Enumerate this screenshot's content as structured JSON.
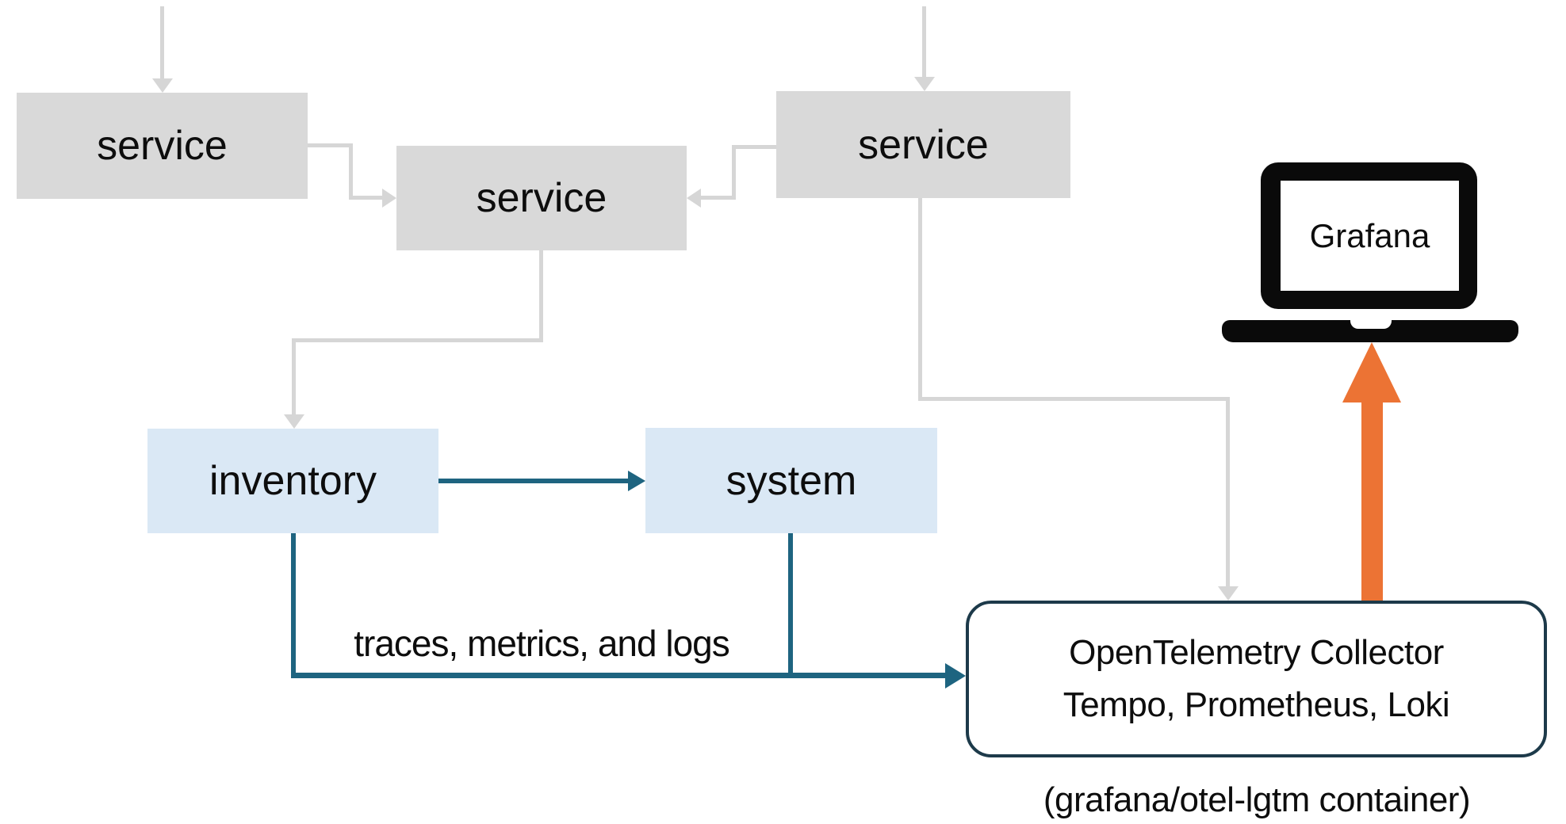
{
  "nodes": {
    "service_left": "service",
    "service_mid": "service",
    "service_right": "service",
    "inventory": "inventory",
    "system": "system"
  },
  "collector": {
    "line1": "OpenTelemetry Collector",
    "line2": "Tempo, Prometheus, Loki",
    "caption": "(grafana/otel-lgtm container)"
  },
  "grafana": {
    "label": "Grafana"
  },
  "edge_labels": {
    "telemetry": "traces, metrics, and logs"
  },
  "theme": {
    "box_gray": "#D9D9D9",
    "box_blue": "#DAE8F5",
    "line_gray": "#D6D6D6",
    "teal": "#1E6480",
    "orange": "#EC7334",
    "border_dark": "#1D3A4A",
    "text": "#0D0D0D",
    "white": "#FFFFFF"
  }
}
